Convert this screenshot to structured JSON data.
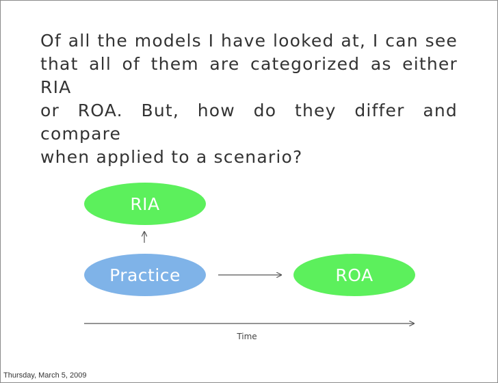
{
  "slide": {
    "body_lines": [
      "Of all the models I have looked at, I can see",
      "that all of them are categorized as either RIA",
      "or ROA. But, how do they differ and compare",
      "when applied to a scenario?"
    ],
    "footer_date": "Thursday, March 5, 2009"
  },
  "diagram": {
    "nodes": {
      "ria": {
        "label": "RIA",
        "color": "#5cf05c"
      },
      "practice": {
        "label": "Practice",
        "color": "#7fb3e8"
      },
      "roa": {
        "label": "ROA",
        "color": "#5cf05c"
      }
    },
    "edges": [
      {
        "from": "practice",
        "to": "ria"
      },
      {
        "from": "practice",
        "to": "roa"
      }
    ],
    "time_axis_label": "Time",
    "line_color": "#555555"
  }
}
